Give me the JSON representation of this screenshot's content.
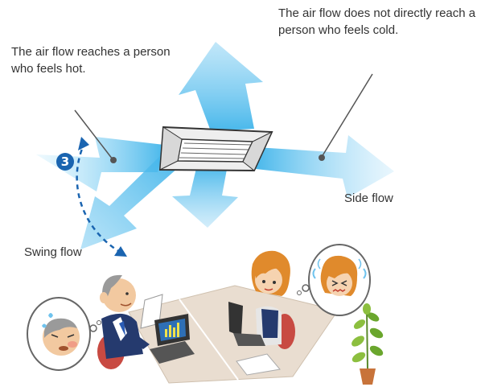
{
  "labels": {
    "hot": "The air flow reaches a person who feels hot.",
    "cold": "The air flow does not directly reach a person who feels cold.",
    "side_flow": "Side flow",
    "swing_flow": "Swing flow",
    "step_number": "3"
  },
  "colors": {
    "airflow_blue": "#3fb4ea",
    "badge_blue": "#1a64b0",
    "leader_line": "#555555",
    "desk": "#e9ddd0"
  }
}
